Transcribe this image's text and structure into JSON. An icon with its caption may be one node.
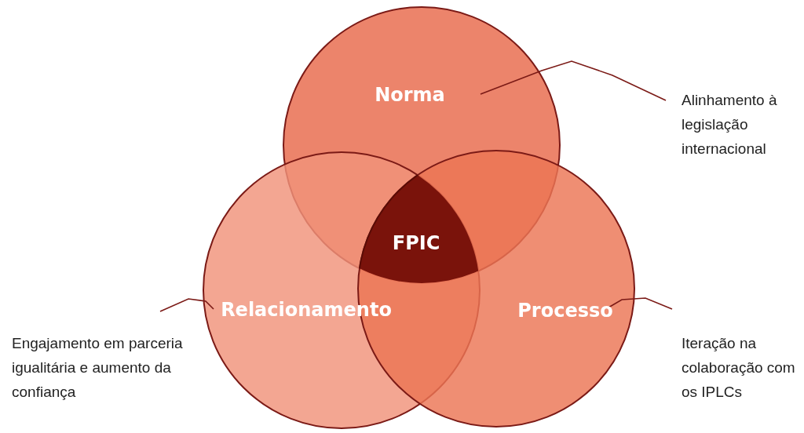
{
  "diagram": {
    "nodes": [
      {
        "text": [
          "Norma"
        ]
      },
      {
        "text": [
          "Relacionamento"
        ]
      },
      {
        "text": [
          "Processo"
        ]
      },
      {
        "text": [
          "FPIC"
        ]
      },
      {
        "text": [
          "Alinhamento à legislação internacional"
        ]
      },
      {
        "text": [
          "Engajamento em parceria igualitária e aumento da confiança"
        ]
      },
      {
        "text": [
          "Iteração na colaboração com os IPLCs"
        ]
      }
    ],
    "edges": [
      {
        "from": 4,
        "to": 0,
        "arrow": "none"
      },
      {
        "from": 5,
        "to": 1,
        "arrow": "none"
      },
      {
        "from": 6,
        "to": 2,
        "arrow": "none"
      }
    ]
  }
}
